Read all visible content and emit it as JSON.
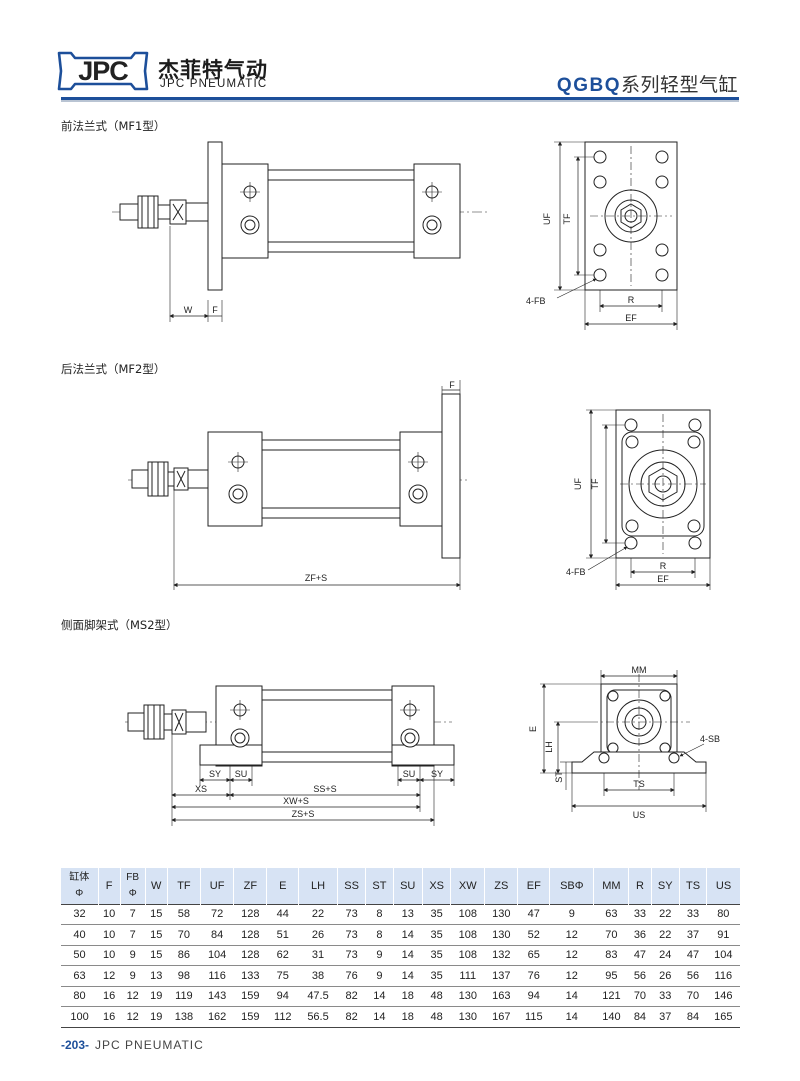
{
  "header": {
    "logo_text": "JPC",
    "brand_cn": "杰菲特气动",
    "brand_en": "JPC PNEUMATIC",
    "series_code": "QGBQ",
    "series_name": "系列轻型气缸"
  },
  "sections": {
    "mf1": "前法兰式（MF1型）",
    "mf2": "后法兰式（MF2型）",
    "ms2": "侧面脚架式（MS2型）"
  },
  "dims": {
    "W": "W",
    "F": "F",
    "UF": "UF",
    "TF": "TF",
    "FB4": "4-FB",
    "R": "R",
    "EF": "EF",
    "ZFS": "ZF+S",
    "MM": "MM",
    "E": "E",
    "LH": "LH",
    "ST": "ST",
    "SB4": "4-SB",
    "TS": "TS",
    "US": "US",
    "SY": "SY",
    "SU": "SU",
    "XS": "XS",
    "SSS": "SS+S",
    "XWS": "XW+S",
    "ZSS": "ZS+S"
  },
  "table": {
    "headers": [
      {
        "top": "缸体",
        "bottom": "Φ"
      },
      {
        "top": "F"
      },
      {
        "top": "FB",
        "bottom": "Φ"
      },
      {
        "top": "W"
      },
      {
        "top": "TF"
      },
      {
        "top": "UF"
      },
      {
        "top": "ZF"
      },
      {
        "top": "E"
      },
      {
        "top": "LH"
      },
      {
        "top": "SS"
      },
      {
        "top": "ST"
      },
      {
        "top": "SU"
      },
      {
        "top": "XS"
      },
      {
        "top": "XW"
      },
      {
        "top": "ZS"
      },
      {
        "top": "EF"
      },
      {
        "top": "SBΦ"
      },
      {
        "top": "MM"
      },
      {
        "top": "R"
      },
      {
        "top": "SY"
      },
      {
        "top": "TS"
      },
      {
        "top": "US"
      }
    ],
    "rows": [
      [
        "32",
        "10",
        "7",
        "15",
        "58",
        "72",
        "128",
        "44",
        "22",
        "73",
        "8",
        "13",
        "35",
        "108",
        "130",
        "47",
        "9",
        "63",
        "33",
        "22",
        "33",
        "80"
      ],
      [
        "40",
        "10",
        "7",
        "15",
        "70",
        "84",
        "128",
        "51",
        "26",
        "73",
        "8",
        "14",
        "35",
        "108",
        "130",
        "52",
        "12",
        "70",
        "36",
        "22",
        "37",
        "91"
      ],
      [
        "50",
        "10",
        "9",
        "15",
        "86",
        "104",
        "128",
        "62",
        "31",
        "73",
        "9",
        "14",
        "35",
        "108",
        "132",
        "65",
        "12",
        "83",
        "47",
        "24",
        "47",
        "104"
      ],
      [
        "63",
        "12",
        "9",
        "13",
        "98",
        "116",
        "133",
        "75",
        "38",
        "76",
        "9",
        "14",
        "35",
        "111",
        "137",
        "76",
        "12",
        "95",
        "56",
        "26",
        "56",
        "116"
      ],
      [
        "80",
        "16",
        "12",
        "19",
        "119",
        "143",
        "159",
        "94",
        "47.5",
        "82",
        "14",
        "18",
        "48",
        "130",
        "163",
        "94",
        "14",
        "121",
        "70",
        "33",
        "70",
        "146"
      ],
      [
        "100",
        "16",
        "12",
        "19",
        "138",
        "162",
        "159",
        "112",
        "56.5",
        "82",
        "14",
        "18",
        "48",
        "130",
        "167",
        "115",
        "14",
        "140",
        "84",
        "37",
        "84",
        "165"
      ]
    ]
  },
  "footer": {
    "page": "-203-",
    "maker": "JPC PNEUMATIC"
  },
  "colors": {
    "brand_blue": "#1d4f9a",
    "table_header_bg": "#d7e3f4"
  }
}
